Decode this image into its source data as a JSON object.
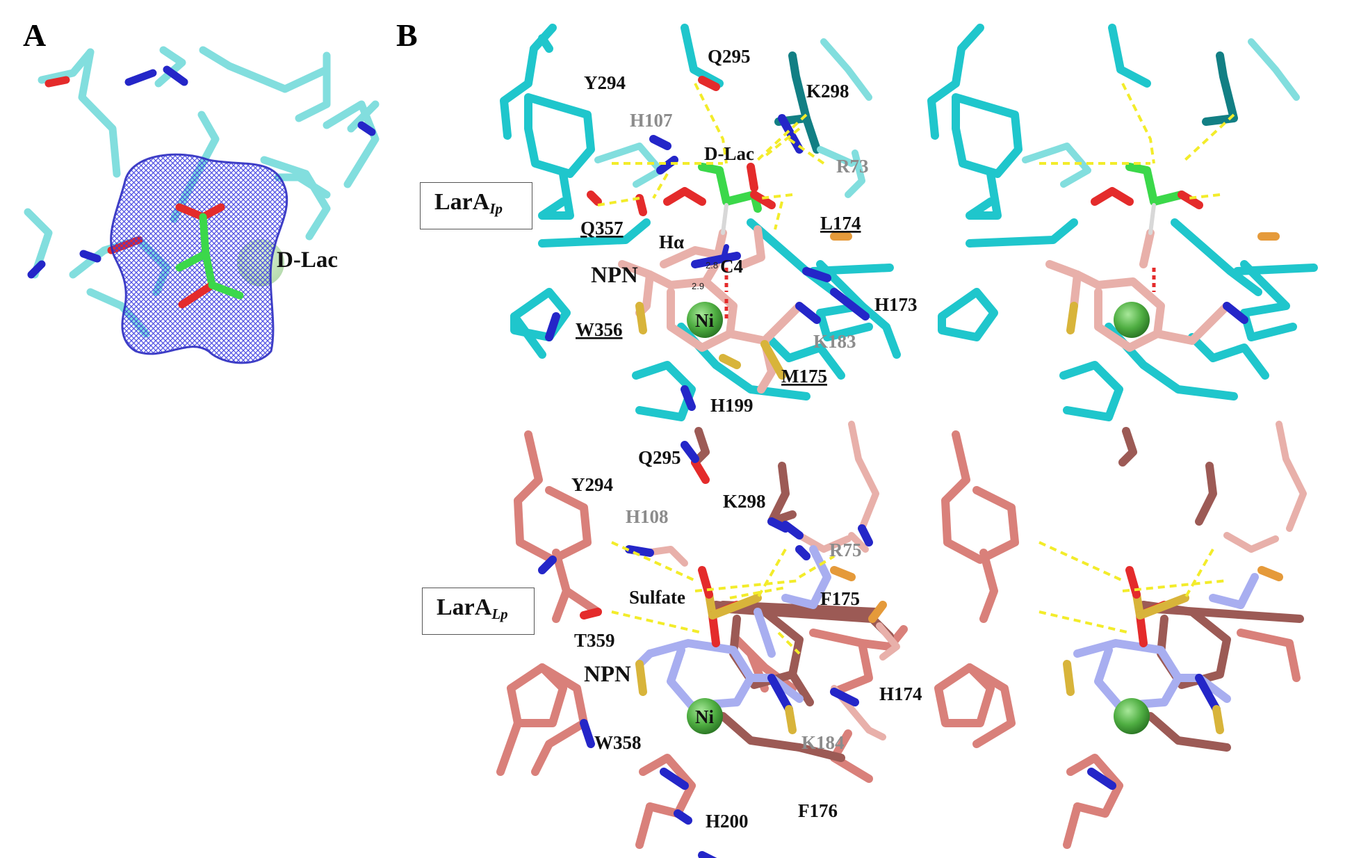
{
  "panels": {
    "a": "A",
    "b": "B"
  },
  "panel_a": {
    "ligand_label": "D-Lac"
  },
  "panel_b": {
    "top_box": {
      "base": "LarA",
      "sub": "Ip"
    },
    "bottom_box": {
      "base": "LarA",
      "sub": "Lp"
    },
    "top_labels": {
      "y294": "Y294",
      "q295": "Q295",
      "k298": "K298",
      "h107": "H107",
      "dlac": "D-Lac",
      "r73": "R73",
      "q357": "Q357",
      "l174": "L174",
      "halpha": "Hα",
      "c4": "C4",
      "npn": "NPN",
      "ni": "Ni",
      "w356": "W356",
      "h173": "H173",
      "k183": "K183",
      "m175": "M175",
      "h199": "H199"
    },
    "distances": {
      "d1": "2.8",
      "d2": "2.9"
    },
    "bottom_labels": {
      "q295": "Q295",
      "y294": "Y294",
      "k298": "K298",
      "h108": "H108",
      "r75": "R75",
      "sulfate": "Sulfate",
      "f175": "F175",
      "t359": "T359",
      "npn": "NPN",
      "ni": "Ni",
      "h174": "H174",
      "w358": "W358",
      "k184": "K184",
      "h200": "H200",
      "f176": "F176"
    }
  },
  "colors": {
    "cyan": "#1fc6cc",
    "teal": "#127f84",
    "pale_cyan": "#82dede",
    "salmon": "#d9807a",
    "dark_salmon": "#9c5a55",
    "pink": "#e8b0aa",
    "lavender": "#a8aef0",
    "blue": "#2426c8",
    "red": "#e42b2b",
    "yellow": "#d8b43a",
    "orange": "#e59a3a",
    "green": "#3bd84a",
    "nickel": "#58b84a",
    "hbond": "#f3ec2a",
    "mesh": "#3a3ae0"
  }
}
